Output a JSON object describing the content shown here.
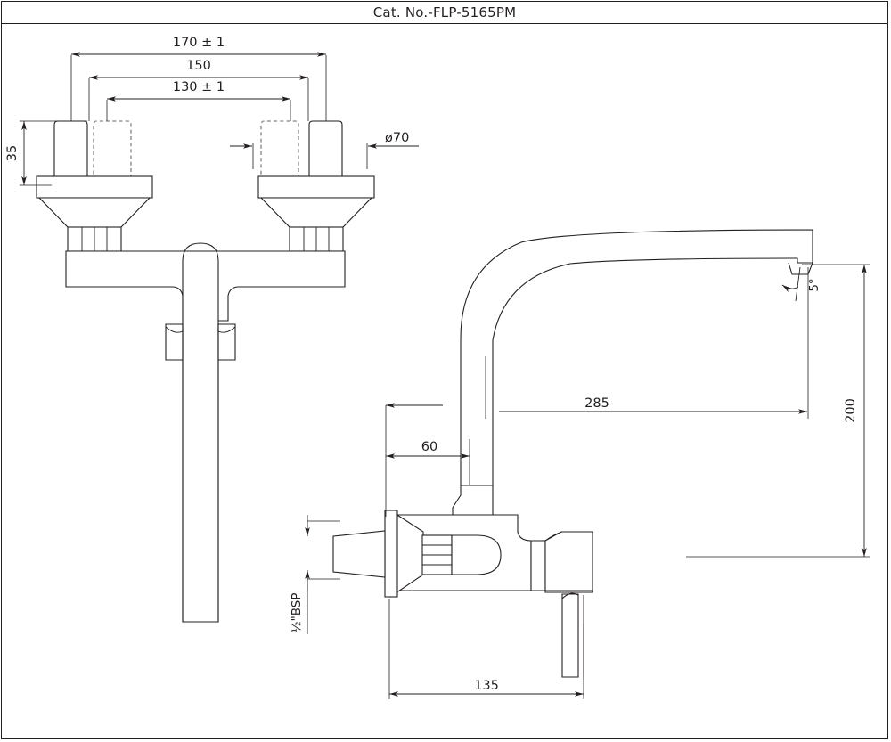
{
  "title": "Cat. No.-FLP-5165PM",
  "drawing": {
    "type": "technical-dimension-drawing",
    "subject": "wall-mounted single-lever sink mixer faucet",
    "views": [
      {
        "name": "front-view",
        "position": "left"
      },
      {
        "name": "side-view",
        "position": "right"
      }
    ],
    "units": "mm"
  },
  "dimensions": {
    "front_overall_width": "170 ± 1",
    "front_mid_width": "150",
    "front_center_width": "130 ± 1",
    "front_stem_height": "35",
    "flange_diameter": "ø70",
    "spout_reach": "285",
    "spout_height": "200",
    "body_offset": "60",
    "body_depth": "135",
    "inlet_thread": "½\"BSP",
    "spout_angle": "5°"
  },
  "colors": {
    "line": "#231f20",
    "hidden_line": "#9a9a9a",
    "background": "#ffffff"
  }
}
